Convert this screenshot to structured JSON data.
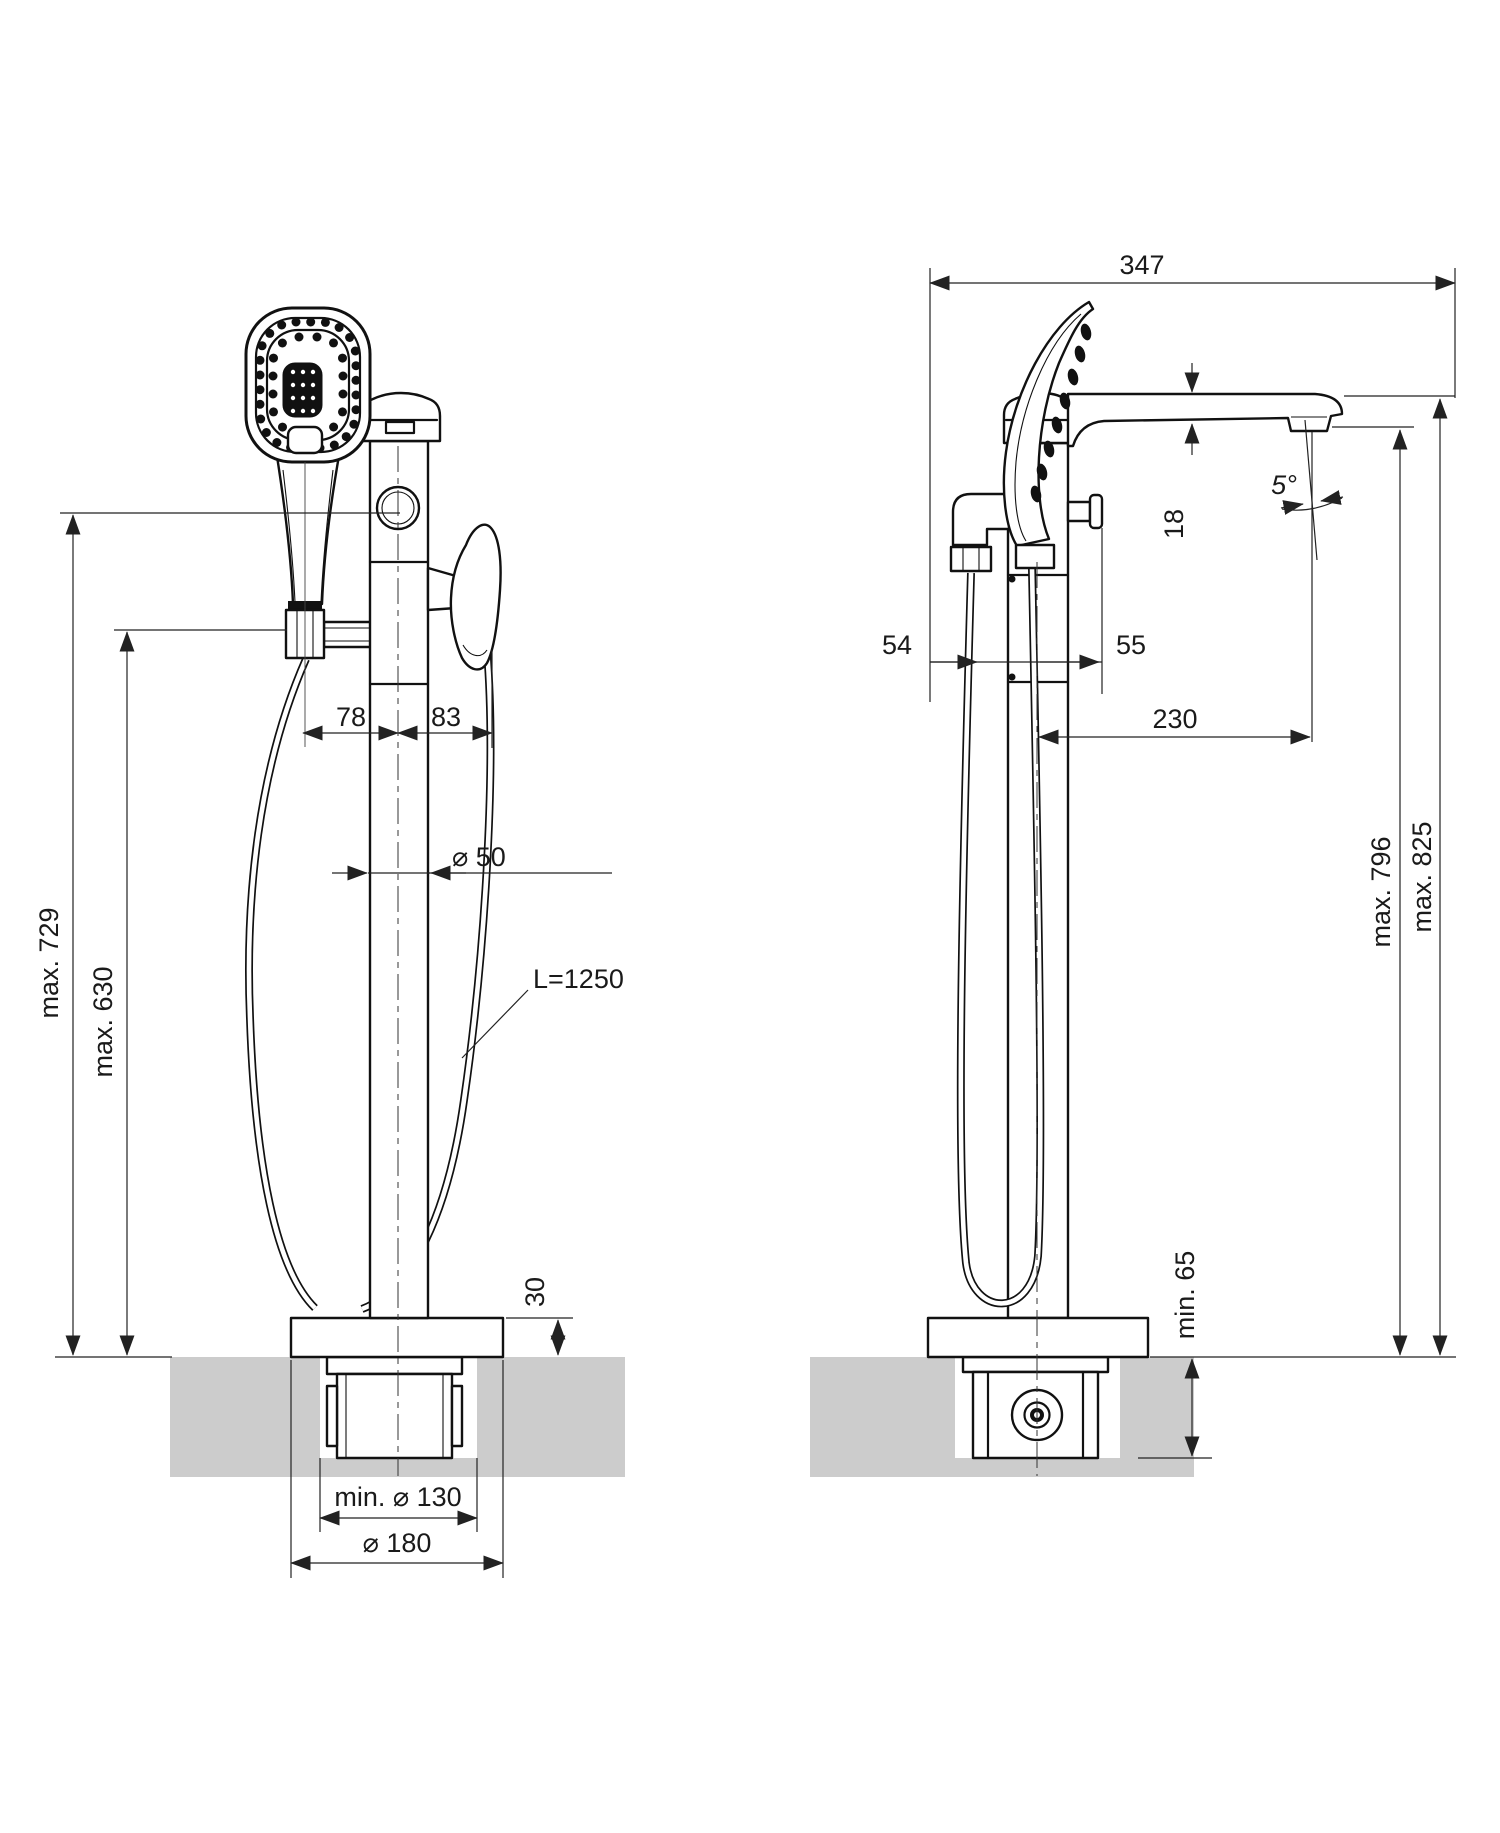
{
  "colors": {
    "line": "#111111",
    "dim": "#222222",
    "floor": "#cccccc"
  },
  "front_view": {
    "dims": {
      "max_729": "max. 729",
      "max_630": "max. 630",
      "w78": "78",
      "w83": "83",
      "dia50": "⌀ 50",
      "hose_length": "L=1250",
      "h30": "30",
      "min_dia130": "min. ⌀ 130",
      "dia180": "⌀ 180"
    }
  },
  "side_view": {
    "dims": {
      "d347": "347",
      "t18": "18",
      "angle5": "5°",
      "d54": "54",
      "d55": "55",
      "d230": "230",
      "max_796": "max. 796",
      "max_825": "max. 825",
      "min_65": "min. 65"
    }
  }
}
